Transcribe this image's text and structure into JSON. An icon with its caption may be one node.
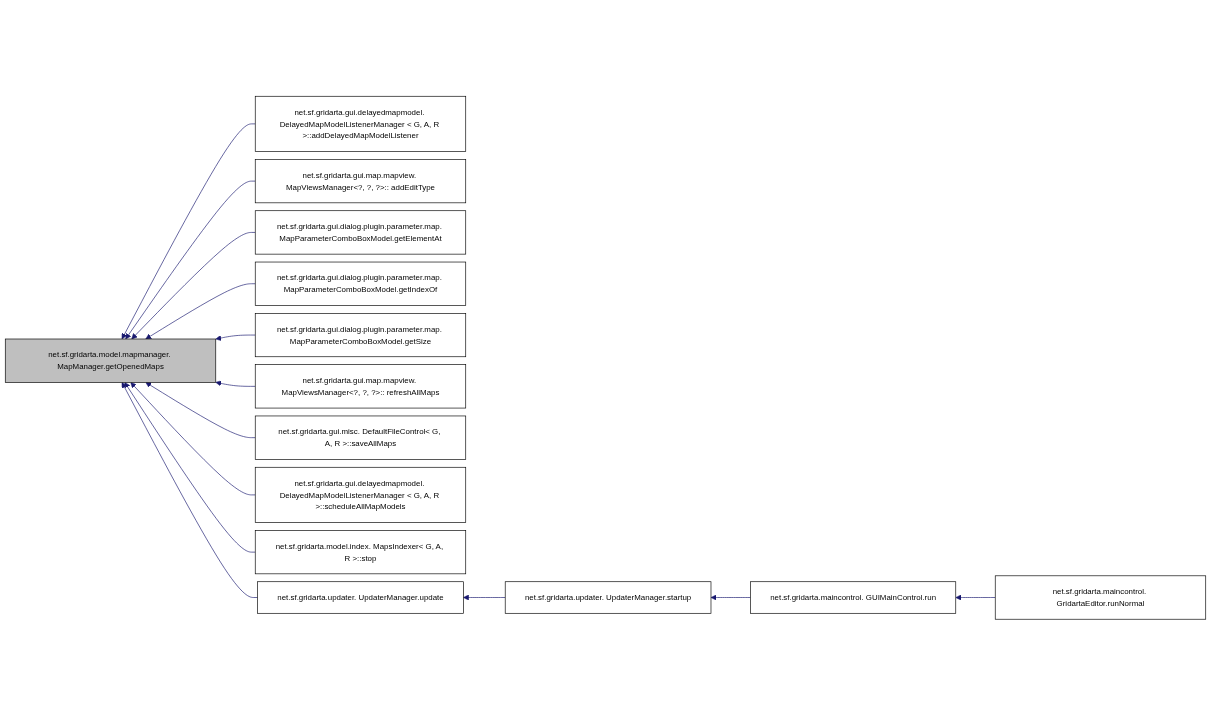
{
  "diagram": {
    "nodes": [
      {
        "text": [
          "net.sf.gridarta.model.mapmanager. MapManager.getOpenedMaps"
        ]
      },
      {
        "text": [
          "net.sf.gridarta.gui.delayedmapmodel. DelayedMapModelListenerManager < G, A, R >::addDelayedMapModelListener"
        ]
      },
      {
        "text": [
          "net.sf.gridarta.gui.map.mapview. MapViewsManager<?, ?, ?>:: addEditType"
        ]
      },
      {
        "text": [
          "net.sf.gridarta.gui.dialog.plugin.parameter.map. MapParameterComboBoxModel.getElementAt"
        ]
      },
      {
        "text": [
          "net.sf.gridarta.gui.dialog.plugin.parameter.map. MapParameterComboBoxModel.getIndexOf"
        ]
      },
      {
        "text": [
          "net.sf.gridarta.gui.dialog.plugin.parameter.map. MapParameterComboBoxModel.getSize"
        ]
      },
      {
        "text": [
          "net.sf.gridarta.gui.map.mapview. MapViewsManager<?, ?, ?>:: refreshAllMaps"
        ]
      },
      {
        "text": [
          "net.sf.gridarta.gui.misc. DefaultFileControl< G, A, R >::saveAllMaps"
        ]
      },
      {
        "text": [
          "net.sf.gridarta.gui.delayedmapmodel. DelayedMapModelListenerManager < G, A, R >::scheduleAllMapModels"
        ]
      },
      {
        "text": [
          "net.sf.gridarta.model.index. MapsIndexer< G, A, R >::stop"
        ]
      },
      {
        "text": [
          "net.sf.gridarta.updater. UpdaterManager.update"
        ]
      },
      {
        "text": [
          "net.sf.gridarta.updater. UpdaterManager.startup"
        ]
      },
      {
        "text": [
          "net.sf.gridarta.maincontrol. GUIMainControl.run"
        ]
      },
      {
        "text": [
          "net.sf.gridarta.maincontrol. GridartaEditor.runNormal"
        ]
      }
    ],
    "edges": [
      {
        "from": 1,
        "to": 0,
        "arrow": "to"
      },
      {
        "from": 2,
        "to": 0,
        "arrow": "to"
      },
      {
        "from": 3,
        "to": 0,
        "arrow": "to"
      },
      {
        "from": 4,
        "to": 0,
        "arrow": "to"
      },
      {
        "from": 5,
        "to": 0,
        "arrow": "to"
      },
      {
        "from": 6,
        "to": 0,
        "arrow": "to"
      },
      {
        "from": 7,
        "to": 0,
        "arrow": "to"
      },
      {
        "from": 8,
        "to": 0,
        "arrow": "to"
      },
      {
        "from": 9,
        "to": 0,
        "arrow": "to"
      },
      {
        "from": 10,
        "to": 0,
        "arrow": "to"
      },
      {
        "from": 11,
        "to": 10,
        "arrow": "to"
      },
      {
        "from": 12,
        "to": 11,
        "arrow": "to"
      },
      {
        "from": 13,
        "to": 12,
        "arrow": "to"
      }
    ]
  }
}
